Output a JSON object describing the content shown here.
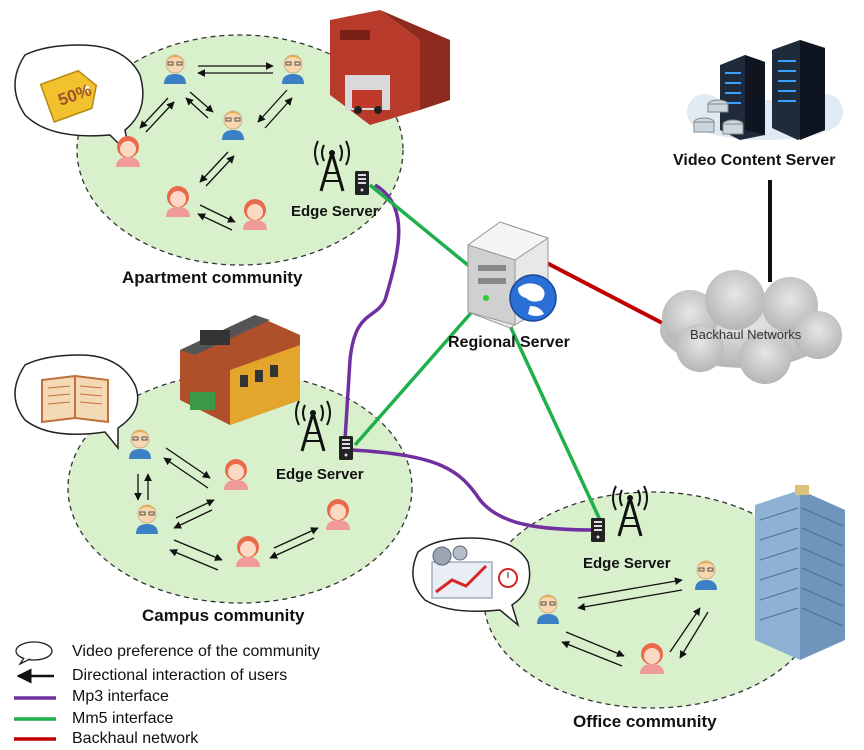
{
  "communities": {
    "apartment": "Apartment community",
    "campus": "Campus community",
    "office": "Office community"
  },
  "edge_server_label": "Edge Server",
  "regional_server_label": "Regional Server",
  "video_content_server_label": "Video Content Server",
  "backhaul_cloud_label": "Backhaul Networks",
  "badge_discount": "50%",
  "legend": {
    "preference": "Video preference  of the community",
    "interaction": "Directional interaction of users",
    "mp3": "Mp3 interface",
    "mm5": "Mm5 interface",
    "backhaul": "Backhaul network"
  },
  "colors": {
    "community_fill": "#d9f0cc",
    "mp3": "#7030a0",
    "mm5": "#1eb04b",
    "backhaul": "#c00000",
    "server_link": "#111111"
  }
}
